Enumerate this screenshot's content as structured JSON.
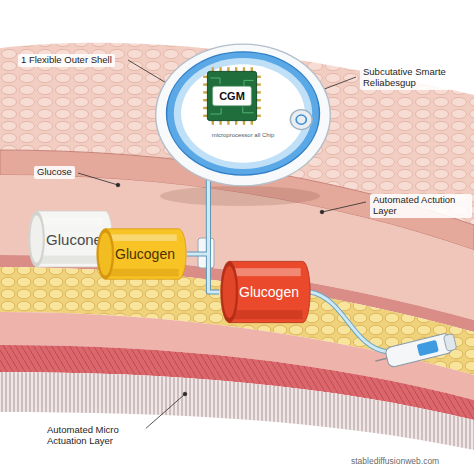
{
  "diagram": {
    "nodes": [
      {
        "text": [
          "microprocessor all Chip"
        ]
      },
      {
        "text": [
          "CGM"
        ],
        "in": 0
      },
      {
        "text": [
          "Glucone"
        ]
      },
      {
        "text": [
          "Glucogen"
        ]
      },
      {
        "text": [
          "Glucogen"
        ]
      }
    ],
    "edges": [
      {
        "from": 0,
        "to": 3,
        "arrow": "none"
      },
      {
        "from": 0,
        "to": 4,
        "arrow": "none"
      }
    ],
    "labels": [
      "1 Flexible Outer Shell",
      "Subcutative Smarte Reliabesgup",
      "Glucose",
      "Automated Actution Layer",
      "Automated Micro Actuation Layer",
      "stablediffusionweb.com"
    ]
  }
}
